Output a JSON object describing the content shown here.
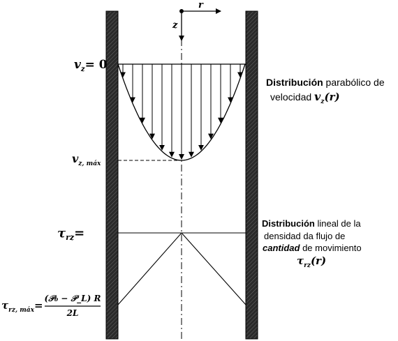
{
  "axes": {
    "r": "r",
    "z": "z"
  },
  "labels": {
    "vz_zero": "v",
    "vz_zero_sub": "z",
    "vz_zero_eq": "= 0",
    "vz_max": "v",
    "vz_max_sub": "z, máx",
    "tau_rz": "τ",
    "tau_rz_sub": "rz",
    "tau_rz_eq": "=",
    "tau_max": "τ",
    "tau_max_sub": "rz, máx",
    "tau_max_eq": "=",
    "frac_num": "(𝒫₀ − 𝒫_L) R",
    "frac_den": "2L"
  },
  "annotations": {
    "parabolic_1_bold": "Distribución",
    "parabolic_1_rest": " parabólico de",
    "parabolic_2_text": "velocidad ",
    "parabolic_2_sym": "v",
    "parabolic_2_sub": "z",
    "parabolic_2_arg": "(r)",
    "linear_1_bold": "Distribución",
    "linear_1_rest": " lineal de la",
    "linear_2": "densidad da flujo de",
    "linear_3_bold": "cantidad",
    "linear_3_rest": " de movimiento",
    "linear_4_sym": "τ",
    "linear_4_sub": "rz",
    "linear_4_arg": "(r)"
  }
}
